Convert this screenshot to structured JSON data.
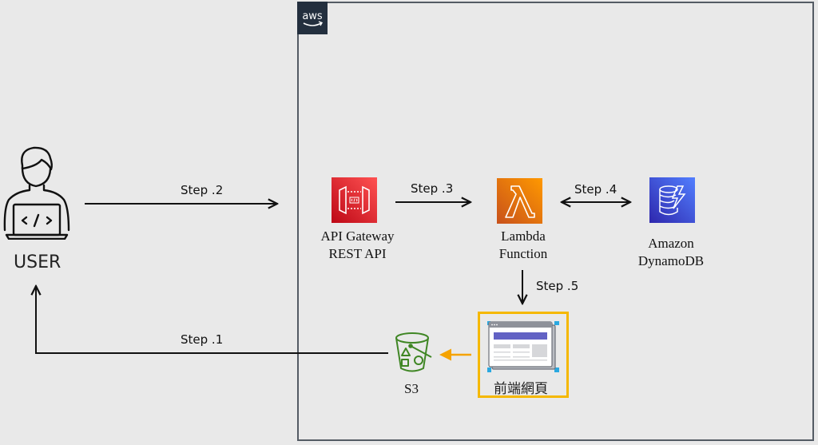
{
  "user": {
    "label": "USER",
    "icon": "developer-laptop-icon"
  },
  "aws_group": {
    "logo_text": "aws"
  },
  "services": {
    "api_gateway": {
      "line1": "API Gateway",
      "line2": "REST API",
      "color": "#e7263b",
      "icon": "api-gateway-icon"
    },
    "lambda": {
      "line1": "Lambda",
      "line2": "Function",
      "color": "#ea7316",
      "icon": "lambda-icon"
    },
    "dynamodb": {
      "line1": "Amazon",
      "line2": "DynamoDB",
      "color": "#3b48cc",
      "icon": "dynamodb-icon"
    },
    "s3": {
      "label": "S3",
      "color": "#3f8624",
      "icon": "s3-bucket-icon"
    },
    "frontend": {
      "label": "前端網頁",
      "highlight_color": "#f5b800",
      "icon": "webpage-icon"
    }
  },
  "steps": {
    "step1": "Step .1",
    "step2": "Step .2",
    "step3": "Step .3",
    "step4": "Step .4",
    "step5": "Step .5"
  },
  "colors": {
    "arrow": "#111111",
    "orange_arrow": "#f5a300",
    "group_border": "#545b64"
  }
}
